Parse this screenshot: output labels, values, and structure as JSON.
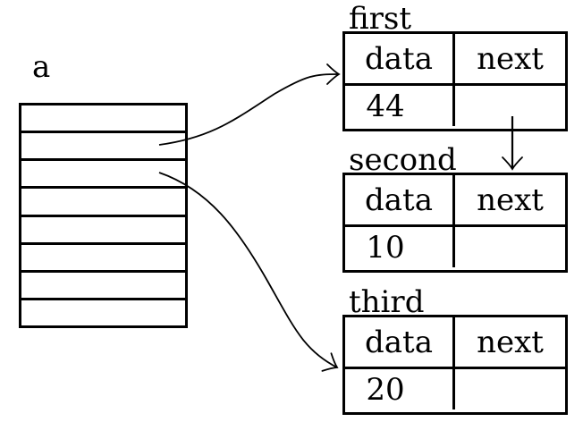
{
  "diagram": {
    "title": "linked-list-diagram",
    "colors": {
      "line": "#000000",
      "background": "#ffffff"
    },
    "array": {
      "label": "a",
      "cell_count": 8
    },
    "nodes": [
      {
        "id": "first",
        "label": "first",
        "field1": "data",
        "field2": "next",
        "data_value": "44",
        "next_value": ""
      },
      {
        "id": "second",
        "label": "second",
        "field1": "data",
        "field2": "next",
        "data_value": "10",
        "next_value": ""
      },
      {
        "id": "third",
        "label": "third",
        "field1": "data",
        "field2": "next",
        "data_value": "20",
        "next_value": ""
      }
    ],
    "pointers": [
      {
        "from": "a-cell-2",
        "to": "first"
      },
      {
        "from": "a-cell-3",
        "to": "third"
      },
      {
        "from": "first.next",
        "to": "second"
      }
    ]
  }
}
